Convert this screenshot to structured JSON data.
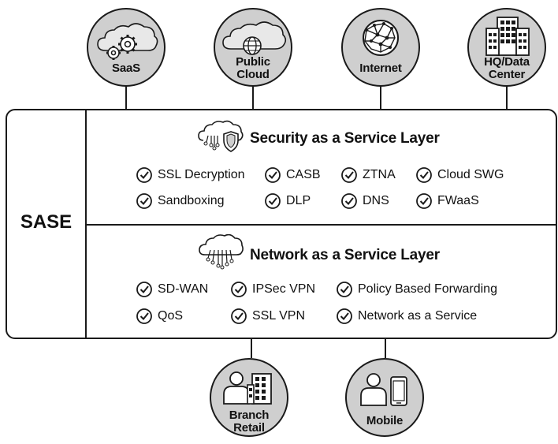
{
  "top_nodes": [
    {
      "label_lines": [
        "SaaS"
      ],
      "icon": "gears-cloud-icon"
    },
    {
      "label_lines": [
        "Public",
        "Cloud"
      ],
      "icon": "globe-cloud-icon"
    },
    {
      "label_lines": [
        "Internet"
      ],
      "icon": "network-globe-icon"
    },
    {
      "label_lines": [
        "HQ/Data",
        "Center"
      ],
      "icon": "building-icon"
    }
  ],
  "bottom_nodes": [
    {
      "label_lines": [
        "Branch",
        "Retail"
      ],
      "icon": "person-building-icon"
    },
    {
      "label_lines": [
        "Mobile"
      ],
      "icon": "person-phone-icon"
    }
  ],
  "sase": {
    "label": "SASE",
    "security_layer": {
      "title": "Security as a Service Layer",
      "icon": "cloud-shield-icon",
      "features": [
        "SSL Decryption",
        "CASB",
        "ZTNA",
        "Cloud SWG",
        "Sandboxing",
        "DLP",
        "DNS",
        "FWaaS"
      ]
    },
    "network_layer": {
      "title": "Network as a Service Layer",
      "icon": "cloud-network-icon",
      "features": [
        "SD-WAN",
        "IPSec VPN",
        "Policy Based Forwarding",
        "QoS",
        "SSL VPN",
        "Network as a Service"
      ]
    }
  },
  "colors": {
    "node_fill": "#cfcfcf",
    "stroke": "#1a1a1a",
    "background": "#ffffff"
  }
}
